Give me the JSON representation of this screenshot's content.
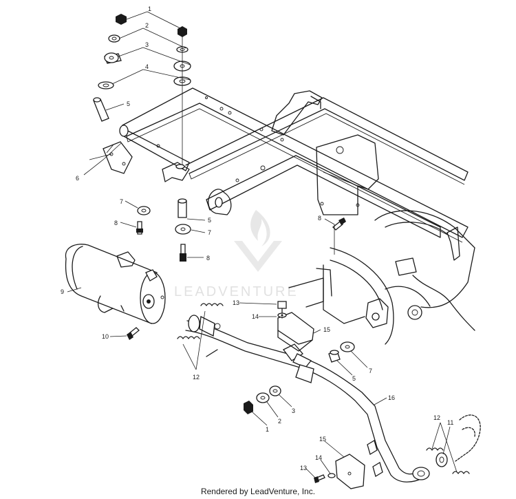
{
  "watermark": {
    "brand": "LEADVENTURE"
  },
  "footer": {
    "credit": "Rendered by LeadVenture, Inc."
  },
  "callouts": {
    "c1_top": "1",
    "c2_top": "2",
    "c3_top": "3",
    "c4_top": "4",
    "c5_top": "5",
    "c6": "6",
    "c7_left": "7",
    "c8_left": "8",
    "c5_mid": "5",
    "c7_mid": "7",
    "c8_mid": "8",
    "c8_right": "8",
    "c9": "9",
    "c10": "10",
    "c12_left": "12",
    "c13_upper": "13",
    "c14_upper": "14",
    "c15_upper": "15",
    "c7_lower": "7",
    "c5_lower": "5",
    "c16": "16",
    "c3_lower": "3",
    "c2_lower": "2",
    "c1_lower": "1",
    "c12_right": "12",
    "c11": "11",
    "c15_lower": "15",
    "c14_lower": "14",
    "c13_lower": "13"
  }
}
